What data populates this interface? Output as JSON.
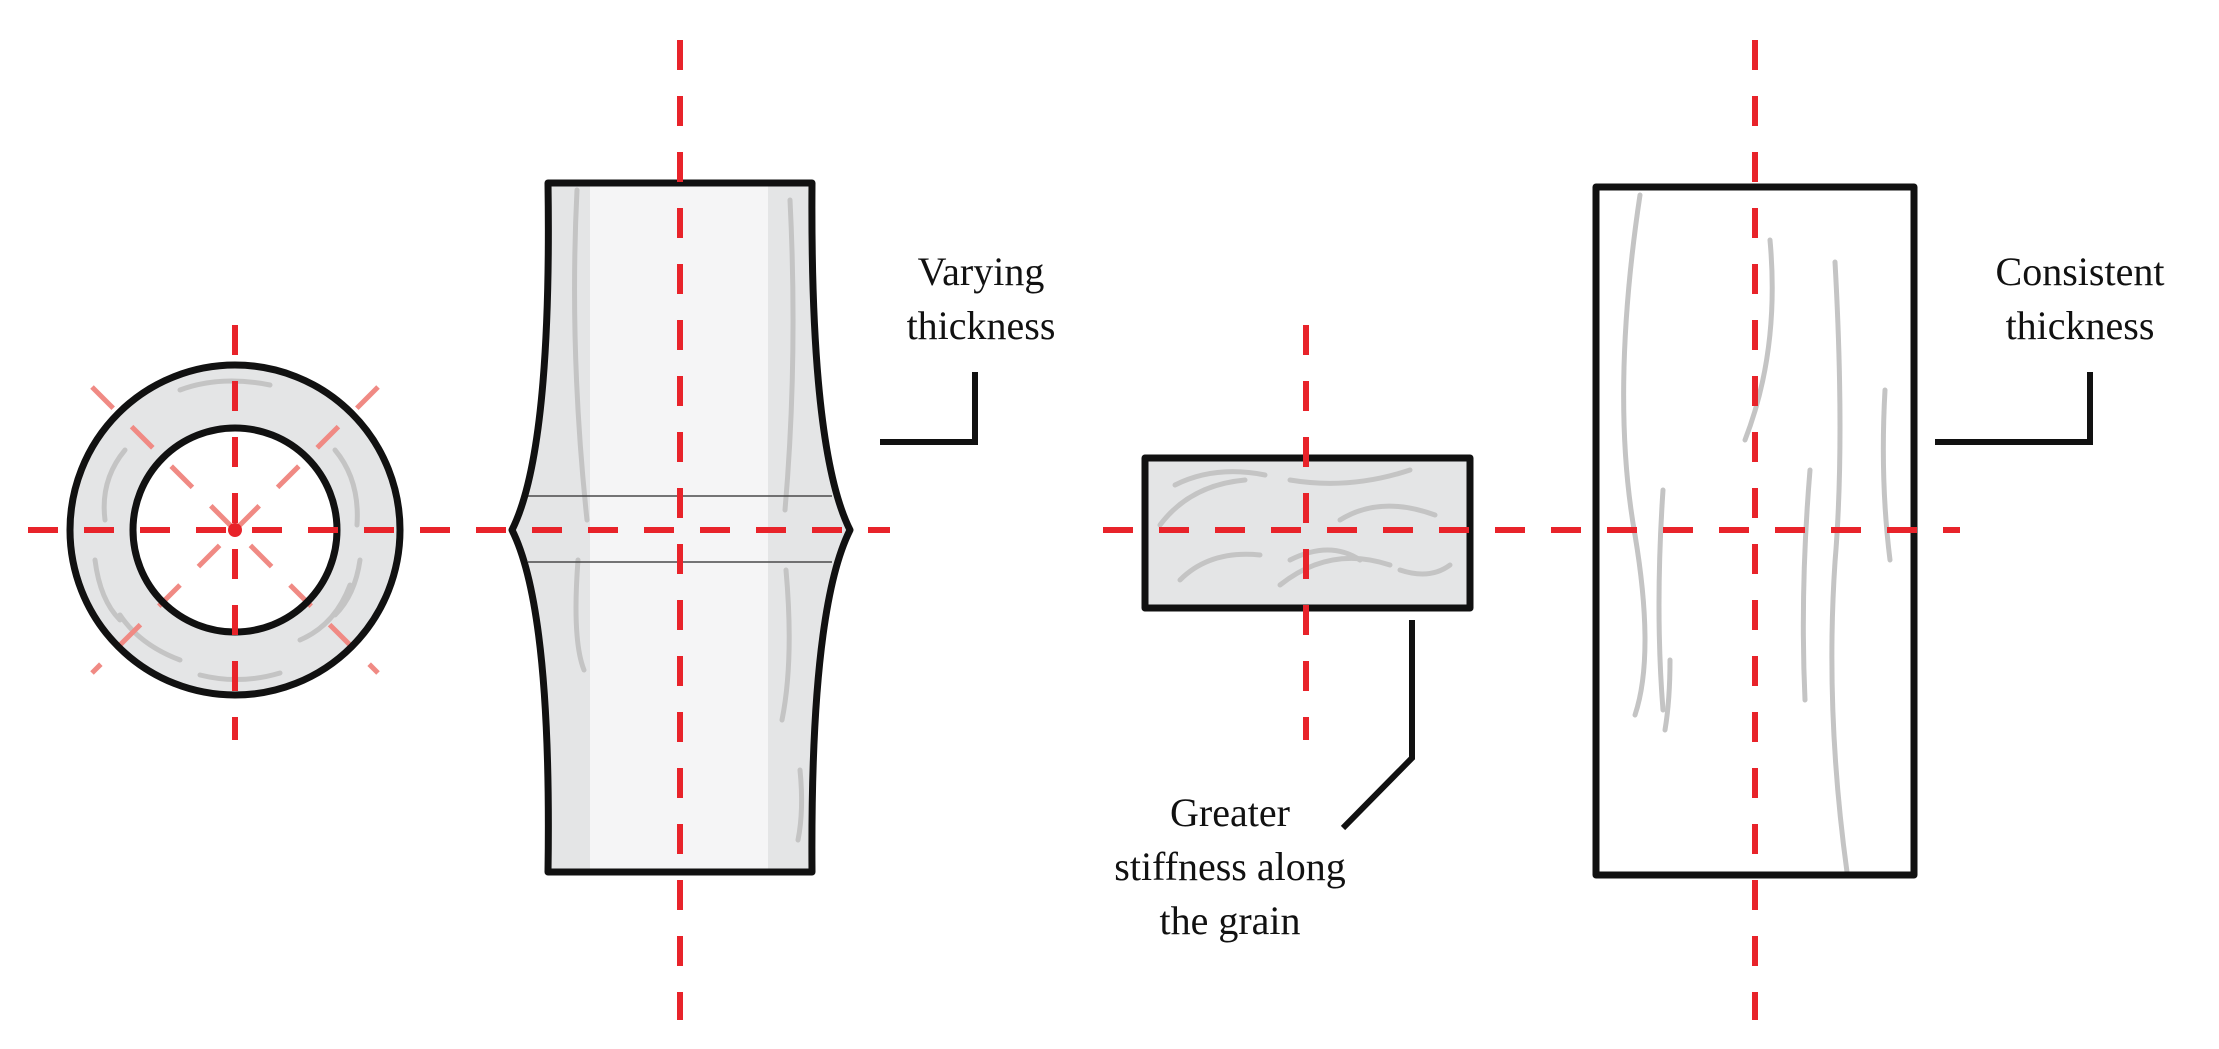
{
  "labels": {
    "bamboo_line1": "Varying",
    "bamboo_line2": "thickness",
    "timber_line1": "Consistent",
    "timber_line2": "thickness",
    "grain_line1": "Greater",
    "grain_line2": "stiffness along",
    "grain_line3": "the grain"
  },
  "colors": {
    "axis": "#e8232a",
    "outline": "#111111",
    "fill": "#e4e5e6",
    "grain": "#c4c4c4"
  }
}
